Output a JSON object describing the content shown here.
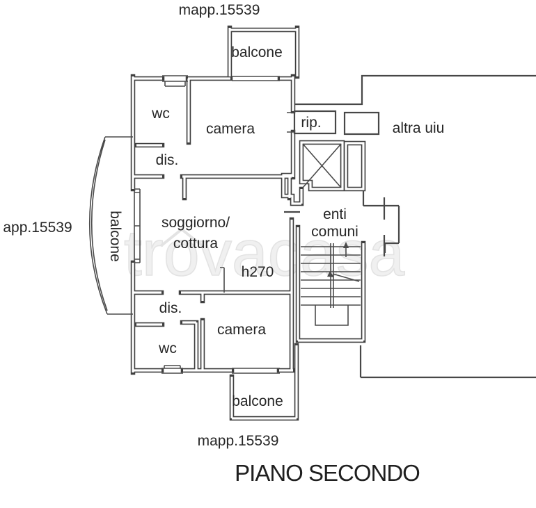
{
  "page": {
    "background": "#ffffff",
    "wall_color": "#3f3f3f",
    "text_color": "#262626",
    "watermark_color": "#e3e3e3"
  },
  "title": "PIANO SECONDO",
  "cadastral": {
    "top": "mapp.15539",
    "left": "app.15539",
    "bottom": "mapp.15539"
  },
  "rooms": {
    "wc_top": "wc",
    "camera_top": "camera",
    "dis_top": "dis.",
    "soggiorno_line1": "soggiorno/",
    "soggiorno_line2": "cottura",
    "dis_bottom": "dis.",
    "wc_bottom": "wc",
    "camera_bottom": "camera",
    "rip": "rip.",
    "altra_unit": "altra uiu",
    "enti_line1": "enti",
    "enti_line2": "comuni"
  },
  "balconies": {
    "top": "balcone",
    "left": "balcone",
    "bottom": "balcone"
  },
  "notes": {
    "ceiling_height": "h270"
  },
  "watermark": {
    "prefix": "tr",
    "roofed": "o",
    "suffix": "vacasa"
  }
}
